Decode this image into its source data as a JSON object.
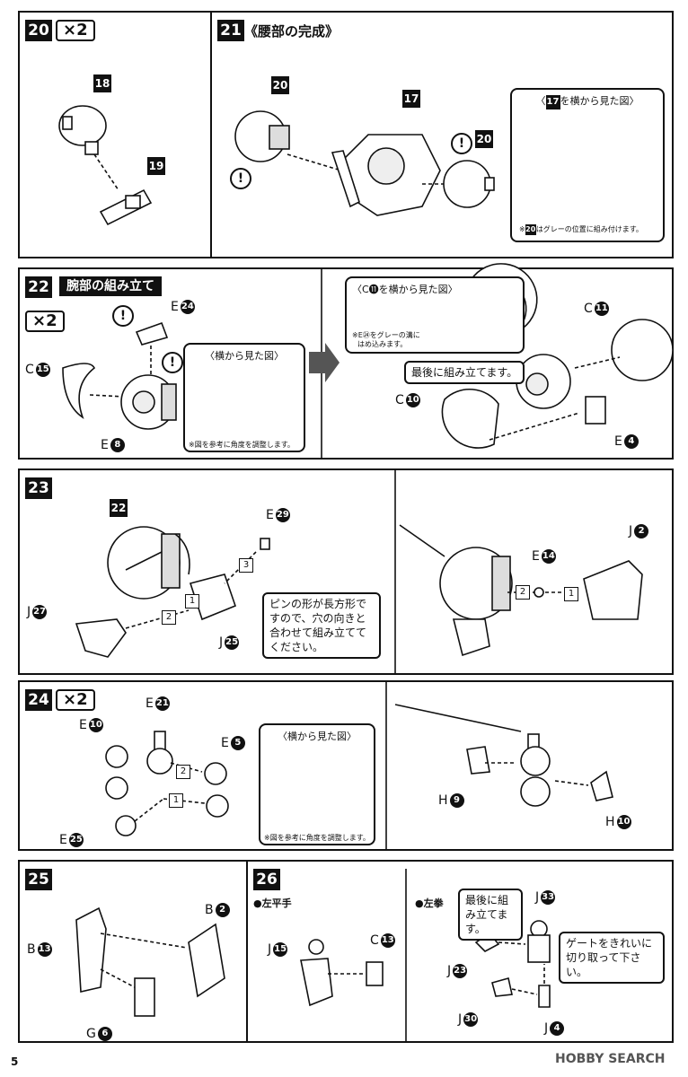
{
  "page_number": "5",
  "watermark": "HOBBY SEARCH",
  "steps": {
    "s20": {
      "num": "20",
      "multiplier": "×2",
      "parts": {
        "a": "18",
        "b": "19"
      }
    },
    "s21": {
      "num": "21",
      "title": "《腰部の完成》",
      "parts": {
        "a": "20",
        "b": "17",
        "c": "20"
      },
      "callout_title_pre": "〈",
      "callout_title_part": "17",
      "callout_title_post": "を横から見た図〉",
      "note_part": "20",
      "note_text": "はグレーの位置に組み付けます。"
    },
    "s22": {
      "num": "22",
      "title": "腕部の組み立て",
      "multiplier": "×2",
      "labels": {
        "e24": "E",
        "e24n": "24",
        "c15": "C",
        "c15n": "15",
        "e8": "E",
        "e8n": "8"
      },
      "callout1_title": "〈横から見た図〉",
      "callout1_note": "※図を参考に角度を調整します。",
      "callout2_title": "〈C⓫を横から見た図〉",
      "callout2_note1": "※E㉔をグレーの溝に",
      "callout2_note2": "はめ込みます。",
      "bubble": "最後に組み立てます。",
      "labels2": {
        "c11": "C",
        "c11n": "11",
        "c10": "C",
        "c10n": "10",
        "e4": "E",
        "e4n": "4"
      }
    },
    "s23": {
      "num": "23",
      "parts": {
        "a": "22"
      },
      "labels": {
        "e29": "E",
        "e29n": "29",
        "j27": "J",
        "j27n": "27",
        "j25": "J",
        "j25n": "25",
        "j2": "J",
        "j2n": "2",
        "e14": "E",
        "e14n": "14"
      },
      "nums": [
        "1",
        "2",
        "3",
        "2",
        "1"
      ],
      "bubble": "ピンの形が長方形ですので、穴の向きと合わせて組み立ててください。"
    },
    "s24": {
      "num": "24",
      "multiplier": "×2",
      "labels": {
        "e21": "E",
        "e21n": "21",
        "e10": "E",
        "e10n": "10",
        "e5": "E",
        "e5n": "5",
        "e25": "E",
        "e25n": "25",
        "h9": "H",
        "h9n": "9",
        "h10": "H",
        "h10n": "10"
      },
      "nums": [
        "2",
        "1"
      ],
      "callout_title": "〈横から見た図〉",
      "callout_note": "※図を参考に角度を調整します。"
    },
    "s25": {
      "num": "25",
      "labels": {
        "b2": "B",
        "b2n": "2",
        "b13": "B",
        "b13n": "13",
        "g6": "G",
        "g6n": "6"
      }
    },
    "s26": {
      "num": "26",
      "sub1": "●左平手",
      "sub2": "●左拳",
      "labels": {
        "j15": "J",
        "j15n": "15",
        "c13": "C",
        "c13n": "13",
        "j33": "J",
        "j33n": "33",
        "j23": "J",
        "j23n": "23",
        "j30": "J",
        "j30n": "30",
        "j4": "J",
        "j4n": "4"
      },
      "bubble1": "最後に組み立てます。",
      "bubble2": "ゲートをきれいに切り取って下さい。"
    }
  }
}
